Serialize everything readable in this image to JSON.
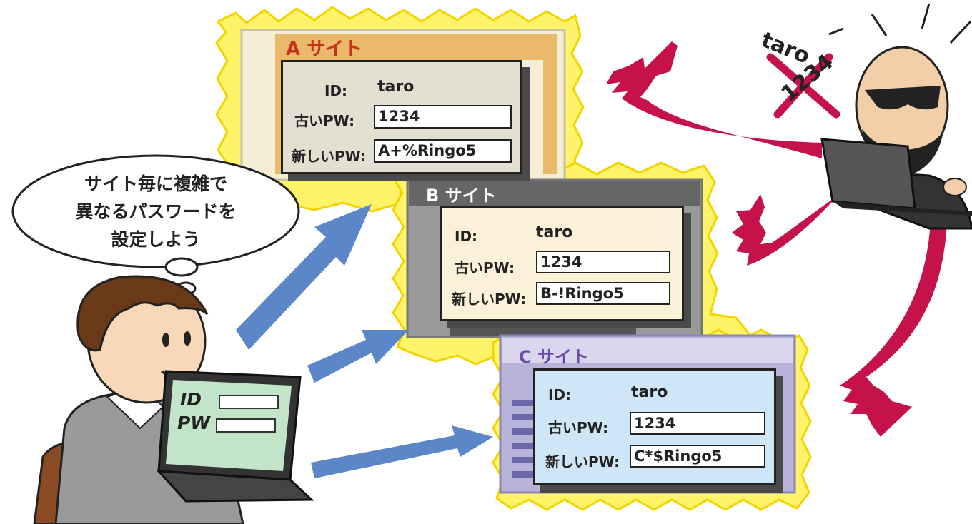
{
  "bubble": {
    "line1": "サイト毎に複雑で",
    "line2": "異なるパスワードを",
    "line3": "設定しよう"
  },
  "labels": {
    "id": "ID:",
    "old_pw": "古いPW:",
    "new_pw": "新しいPW:"
  },
  "sites": [
    {
      "title": "A サイト",
      "id_value": "taro",
      "old_pw": "1234",
      "new_pw": "A+%Ringo5"
    },
    {
      "title": "B サイト",
      "id_value": "taro",
      "old_pw": "1234",
      "new_pw": "B-!Ringo5"
    },
    {
      "title": "C サイト",
      "id_value": "taro",
      "old_pw": "1234",
      "new_pw": "C*$Ringo5"
    }
  ],
  "laptop": {
    "id_label": "ID",
    "pw_label": "PW"
  },
  "hacker": {
    "user": "taro",
    "password": "1234"
  },
  "colors": {
    "burst_yellow": "#fff36a",
    "site_a_title": "#c8311c",
    "arrow_blue": "#5b86c8",
    "arrow_red": "#c5124a",
    "dialog_a": "#e3dfd1",
    "dialog_b": "#fbf1d8",
    "dialog_c": "#cfe6f6"
  }
}
